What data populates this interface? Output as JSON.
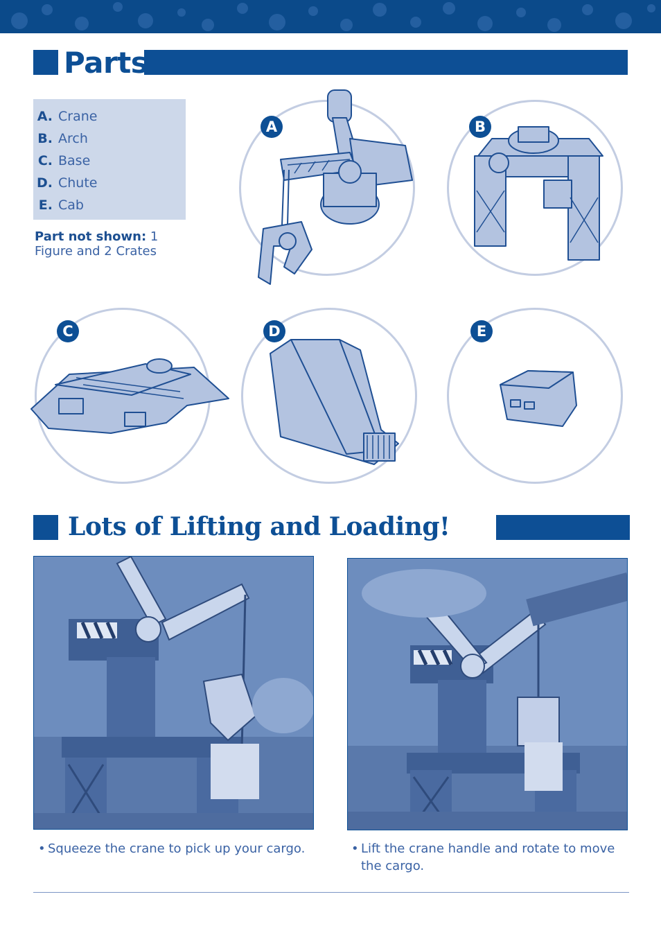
{
  "colors": {
    "brand_blue": "#0d4f95",
    "list_bg": "#cdd8ea",
    "text_blue": "#3a62a4",
    "circle_border": "#c3cde2"
  },
  "parts": {
    "title": "Parts",
    "items": [
      {
        "letter": "A.",
        "name": "Crane"
      },
      {
        "letter": "B.",
        "name": "Arch"
      },
      {
        "letter": "C.",
        "name": "Base"
      },
      {
        "letter": "D.",
        "name": "Chute"
      },
      {
        "letter": "E.",
        "name": "Cab"
      }
    ],
    "note_label": "Part not shown:",
    "note_text": " 1 Figure and 2 Crates",
    "badges": [
      "A",
      "B",
      "C",
      "D",
      "E"
    ]
  },
  "loading": {
    "title": "Lots of Lifting and Loading!",
    "captions": [
      {
        "bullet": "•",
        "text": "Squeeze the crane to pick up your cargo."
      },
      {
        "bullet": "•",
        "text": "Lift the crane handle and rotate to move the cargo."
      }
    ]
  }
}
